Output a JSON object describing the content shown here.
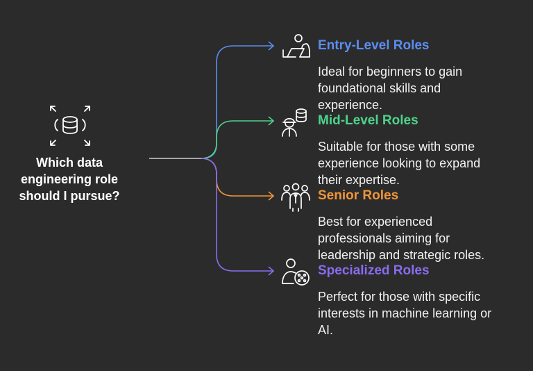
{
  "central": {
    "question": "Which data\nengineering role\nshould I pursue?",
    "icon": "database-expand-icon",
    "color": "#ffffff"
  },
  "branches": [
    {
      "title": "Entry-Level Roles",
      "description": "Ideal for beginners to gain\nfoundational skills and\nexperience.",
      "color": "#5b8def",
      "icon": "person-laptop-icon"
    },
    {
      "title": "Mid-Level Roles",
      "description": "Suitable for those with some\nexperience looking to expand\ntheir expertise.",
      "color": "#4cd38a",
      "icon": "worker-database-icon"
    },
    {
      "title": "Senior Roles",
      "description": "Best for experienced\nprofessionals aiming for\nleadership and strategic roles.",
      "color": "#f0953a",
      "icon": "team-leader-icon"
    },
    {
      "title": "Specialized Roles",
      "description": "Perfect for those with specific\ninterests in machine learning or\nAI.",
      "color": "#8a6cf0",
      "icon": "person-network-icon"
    }
  ]
}
